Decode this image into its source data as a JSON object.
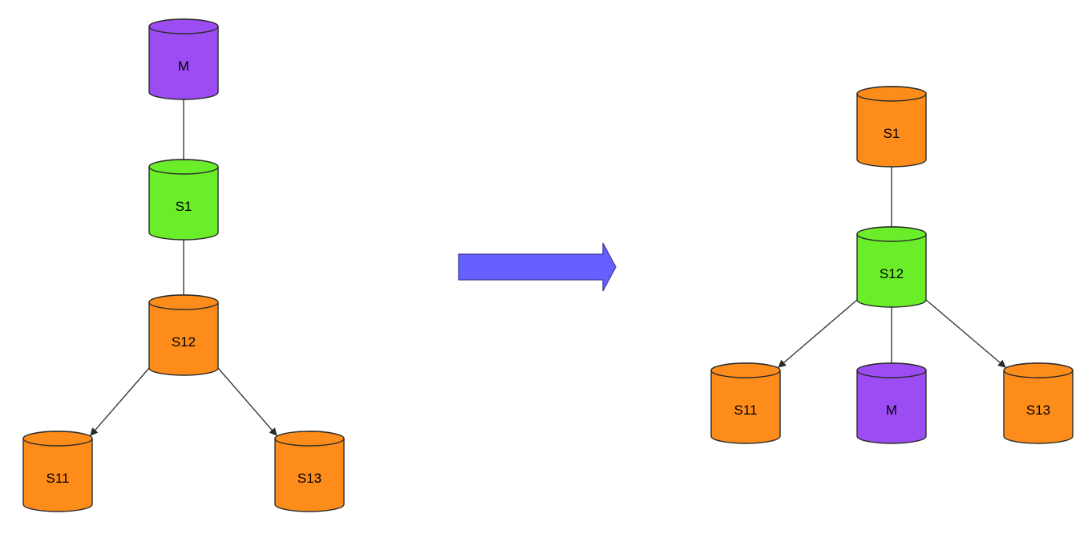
{
  "colors": {
    "master": "#9b4cf2",
    "active": "#6bee2a",
    "replica": "#fd8c1a",
    "transition_arrow": "#6560ff"
  },
  "before": {
    "nodes": [
      {
        "id": "b_m",
        "label": "M",
        "role": "master"
      },
      {
        "id": "b_s1",
        "label": "S1",
        "role": "active"
      },
      {
        "id": "b_s12",
        "label": "S12",
        "role": "replica"
      },
      {
        "id": "b_s11",
        "label": "S11",
        "role": "replica"
      },
      {
        "id": "b_s13",
        "label": "S13",
        "role": "replica"
      }
    ],
    "edges": [
      {
        "from": "b_m",
        "to": "b_s1"
      },
      {
        "from": "b_s1",
        "to": "b_s12"
      },
      {
        "from": "b_s12",
        "to": "b_s11"
      },
      {
        "from": "b_s12",
        "to": "b_s13"
      }
    ]
  },
  "after": {
    "nodes": [
      {
        "id": "a_s1",
        "label": "S1",
        "role": "replica"
      },
      {
        "id": "a_s12",
        "label": "S12",
        "role": "active"
      },
      {
        "id": "a_s11",
        "label": "S11",
        "role": "replica"
      },
      {
        "id": "a_m",
        "label": "M",
        "role": "master"
      },
      {
        "id": "a_s13",
        "label": "S13",
        "role": "replica"
      }
    ],
    "edges": [
      {
        "from": "a_s1",
        "to": "a_s12"
      },
      {
        "from": "a_s12",
        "to": "a_s11"
      },
      {
        "from": "a_s12",
        "to": "a_m"
      },
      {
        "from": "a_s12",
        "to": "a_s13"
      }
    ]
  }
}
